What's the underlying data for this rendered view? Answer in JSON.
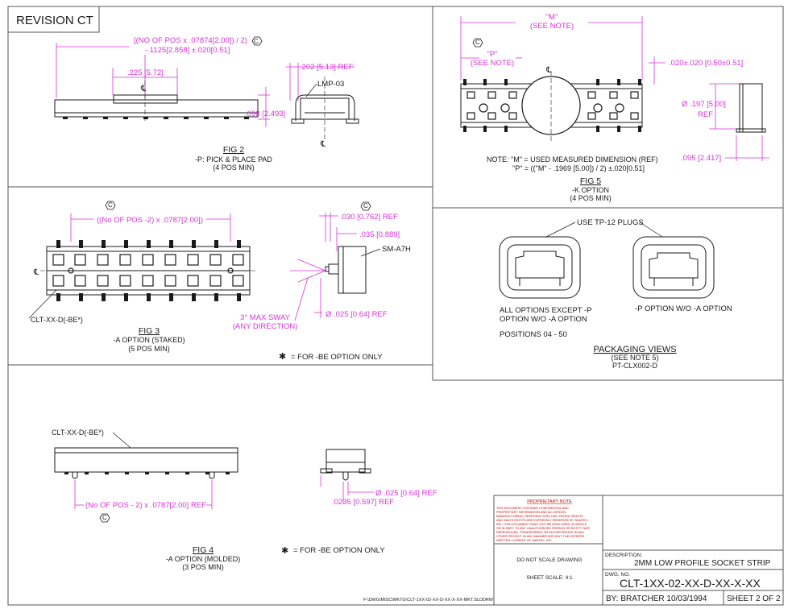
{
  "title_box": {
    "revision": "REVISION  CT"
  },
  "fig2": {
    "dim_top_1": "[(NO OF POS x .07874[2.00]) / 2)",
    "dim_top_2": "-.1125[2.858]  ±.020[0.51]",
    "dim_225": ".225 [5.72]",
    "dim_202": ".202 [5.13] REF",
    "part": "LMP-03",
    "dim_098": ".098 [2.493]",
    "title": "FIG 2",
    "caption_1": "-P: PICK & PLACE PAD",
    "caption_2": "(4 POS MIN)"
  },
  "fig5": {
    "dim_m": "\"M\"",
    "dim_m_note": "(SEE NOTE)",
    "dim_p": "\"P\"",
    "dim_p_note": "(SEE NOTE)",
    "dim_020": ".020±.020 [0.50±0.51]",
    "dim_197": "Ø .197 [5.00]",
    "dim_ref": "REF",
    "dim_095": ".095 [2.417]",
    "note_1": "NOTE:  \"M\" = USED MEASURED DIMENSION (REF)",
    "note_2": "\"P\"  =  ((\"M\" - .1969 [5.00]) / 2) ±.020[0.51]",
    "title": "FIG 5",
    "caption_1": "-K OPTION",
    "caption_2": "(4 POS MIN)"
  },
  "fig3": {
    "dim_pitch": "((No OF POS -2) x .0787[2.00])",
    "dim_030": ".030 [0.762]  REF",
    "dim_035": ".035 [0.889]",
    "part": "SM-A7H",
    "label": "CLT-XX-D(-BE*)",
    "sway_1": "3° MAX SWAY",
    "sway_2": "(ANY DIRECTION)",
    "dim_025": "Ø .025 [0.64]  REF",
    "title": "FIG 3",
    "caption_1": "-A OPTION (STAKED)",
    "caption_2": "(5 POS MIN)",
    "be_note": "= FOR -BE OPTION ONLY"
  },
  "packaging": {
    "plugs": "USE TP-12 PLUGS",
    "left_1": "ALL OPTIONS EXCEPT -P",
    "left_2": "OPTION W/O -A OPTION",
    "right": "-P OPTION W/O -A OPTION",
    "positions": "POSITIONS 04 - 50",
    "title": "PACKAGING VIEWS",
    "sub_1": "(SEE NOTE 5)",
    "sub_2": "PT-CLX002-D"
  },
  "fig4": {
    "label": "CLT-XX-D(-BE*)",
    "dim_pitch": "(No OF POS - 2) x .0787[2.00] REF",
    "dim_025": "Ø .025 [0.64]  REF",
    "dim_0235": ".0235 [0.597]  REF",
    "title": "FIG 4",
    "caption_1": "-A OPTION (MOLDED)",
    "caption_2": "(3 POS MIN)",
    "be_note": "= FOR -BE OPTION ONLY"
  },
  "proprietary": {
    "title": "PROPRIETARY NOTE",
    "lines": [
      "THIS DOCUMENT CONTAINS CONFIDENTIAL AND",
      "PROPRIETARY INFORMATION AND ALL DESIGN,",
      "MANUFACTURING, REPRODUCTION, USE, PATENT RIGHTS",
      "AND SALES RIGHTS ARE EXPRESSLY RESERVED BY SAMTEC,",
      "INC. THIS DOCUMENT SHALL NOT BE DISCLOSED, IN WHOLE",
      "OR IN PART, TO ANY UNAUTHORIZED PERSON OR ENTITY NOR",
      "REPRODUCED, TRANSFERRED OR INCORPORATED IN ANY",
      "OTHER PROJECT IN ANY MANNER WITHOUT THE EXPRESS",
      "WRITTEN CONSENT OF SAMTEC, INC."
    ],
    "no_scale": "DO NOT SCALE DRAWING",
    "scale": "SHEET SCALE: 4:1"
  },
  "title_block": {
    "description_label": "DESCRIPTION:",
    "description": "2MM LOW PROFILE SOCKET STRIP",
    "dwg_label": "DWG. NO.",
    "dwg_no": "CLT-1XX-02-XX-D-XX-X-XX",
    "by": "BY:   BRATCHER  10/03/1994",
    "sheet": "SHEET 2 OF 2"
  },
  "file_path": "F:\\DWG\\MISC\\MKTG\\CLT-1XX-02-XX-D-XX-X-XX-MKT.SLDDRW",
  "centerline": "℄",
  "datum_c": "C",
  "asterisk": "✱"
}
